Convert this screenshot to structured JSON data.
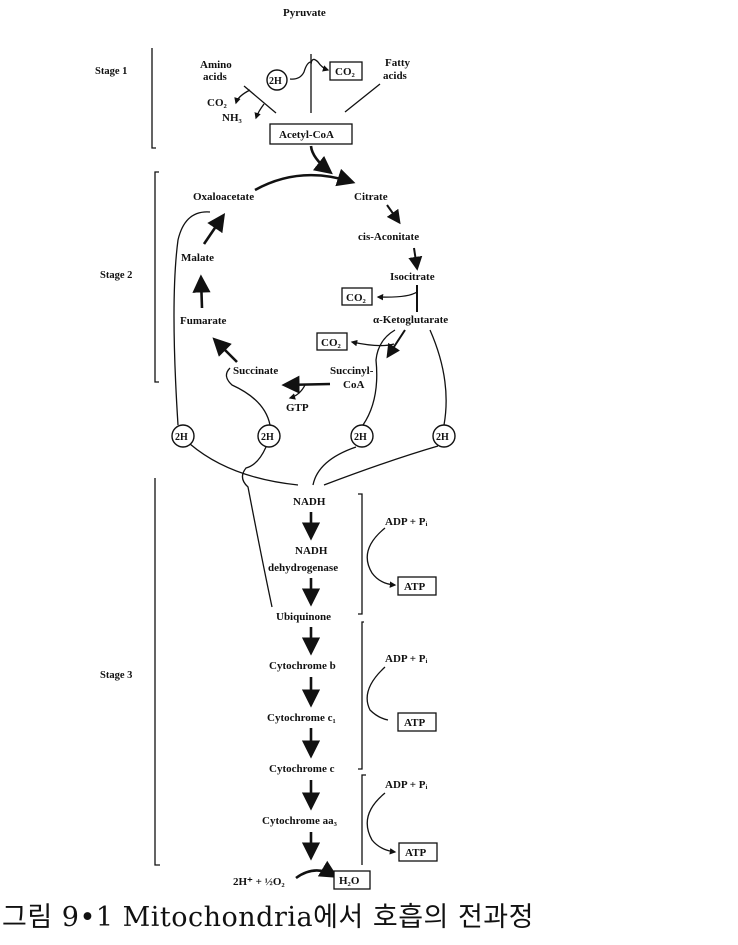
{
  "stages": [
    "Stage 1",
    "Stage 2",
    "Stage 3"
  ],
  "stage1": {
    "pyruvate": "Pyruvate",
    "amino_acids": [
      "Amino",
      "acids"
    ],
    "fatty_acids": [
      "Fatty",
      "acids"
    ],
    "two_h": "2H",
    "co2": "CO₂",
    "amino_co2": "CO₂",
    "amino_nh3": "NH₃",
    "acetyl_coa": "Acetyl-CoA"
  },
  "stage2": {
    "oxaloacetate": "Oxaloacetate",
    "citrate": "Citrate",
    "cis_aconitate": "cis-Aconitate",
    "isocitrate": "Isocitrate",
    "co2_a": "CO₂",
    "alpha_ketoglutarate": "α-Ketoglutarate",
    "co2_b": "CO₂",
    "succinyl_coa": [
      "Succinyl-",
      "CoA"
    ],
    "succinate": "Succinate",
    "gtp": "GTP",
    "fumarate": "Fumarate",
    "malate": "Malate",
    "two_h": [
      "2H",
      "2H",
      "2H",
      "2H"
    ]
  },
  "stage3": {
    "chain": [
      "NADH",
      "NADH dehydrogenase",
      "Ubiquinone",
      "Cytochrome b",
      "Cytochrome c₁",
      "Cytochrome c",
      "Cytochrome aa₃"
    ],
    "nadh_dh": [
      "NADH",
      "dehydrogenase"
    ],
    "adp_pi": [
      "ADP + Pᵢ",
      "ADP + Pᵢ",
      "ADP + Pᵢ"
    ],
    "atp": [
      "ATP",
      "ATP",
      "ATP"
    ],
    "final_reactants": "2H⁺ + ½O₂",
    "water": "H₂O"
  },
  "caption": "그림 9•1  Mitochondria에서 호흡의 전과정"
}
